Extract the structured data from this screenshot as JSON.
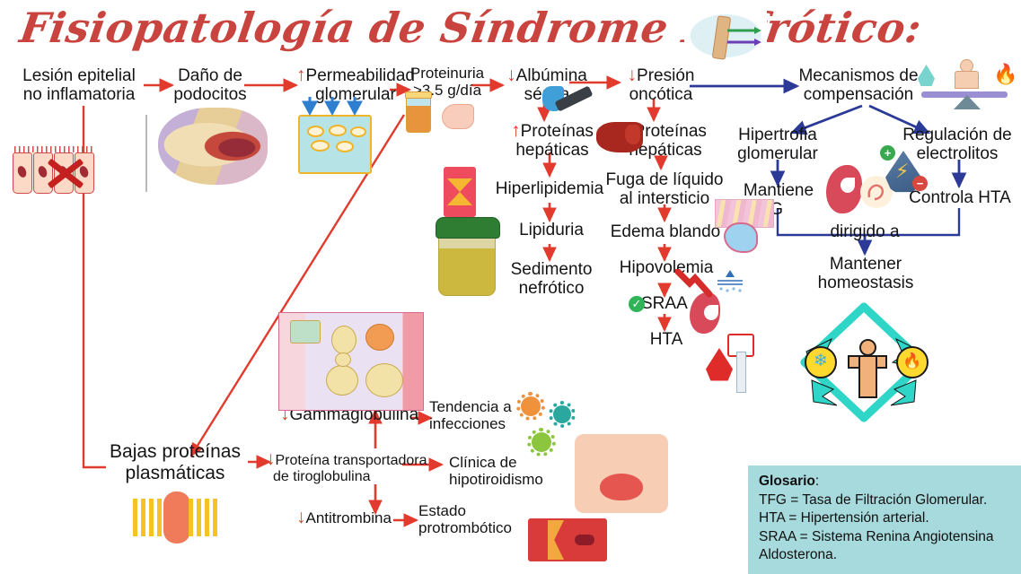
{
  "title": "Fisiopatología de Síndrome Nefrótico:",
  "colors": {
    "title_red": "#c9443f",
    "arrow_red": "#e23b2e",
    "arrow_blue": "#2b3a96",
    "glossary_bg": "#a7dadd",
    "homeostasis_teal": "#2fd6c8"
  },
  "nodes": {
    "lesion": "Lesión epitelial\nno inflamatoria",
    "lesion_l1": "Lesión epitelial",
    "lesion_l2": "no inflamatoria",
    "dano_l1": "Daño de",
    "dano_l2": "podocitos",
    "permeab_l1": "Permeabilidad",
    "permeab_l2": "glomerular",
    "proteinuria_l1": "Proteinuria",
    "proteinuria_l2": ">3.5 g/día",
    "albumina_l1": "Albúmina",
    "albumina_l2": "sérica",
    "presion_l1": "Presión",
    "presion_l2": "oncótica",
    "prot_hep_a_l1": "Proteínas",
    "prot_hep_a_l2": "hepáticas",
    "prot_hep_b_l1": "Proteínas",
    "prot_hep_b_l2": "hepáticas",
    "hiperlipidemia": "Hiperlipidemia",
    "lipiduria": "Lipiduria",
    "sedimento_l1": "Sedimento",
    "sedimento_l2": "nefrótico",
    "fuga_l1": "Fuga de líquido",
    "fuga_l2": "al intersticio",
    "edema": "Edema blando",
    "hipovolemia": "Hipovolemia",
    "sraa": "SRAA",
    "hta": "HTA",
    "mecanismos_l1": "Mecanismos de",
    "mecanismos_l2": "compensación",
    "hipertrofia_l1": "Hipertrofia",
    "hipertrofia_l2": "glomerular",
    "mantiene_l1": "Mantiene",
    "mantiene_l2": "TFG",
    "regulacion_l1": "Regulación de",
    "regulacion_l2": "electrolitos",
    "controla_hta": "Controla HTA",
    "dirigido_a": "dirigido a",
    "mantener_l1": "Mantener",
    "mantener_l2": "homeostasis",
    "bajas_l1": "Bajas proteínas",
    "bajas_l2": "plasmáticas",
    "gamma": "Gammaglobulina",
    "tendencia_l1": "Tendencia a",
    "tendencia_l2": "infecciones",
    "tiroglob_l1": "Proteína transportadora",
    "tiroglob_l2": "de tiroglobulina",
    "clinica_l1": "Clínica de",
    "clinica_l2": "hipotiroidismo",
    "antitrombina": "Antitrombina",
    "estado_l1": "Estado",
    "estado_l2": "protrombótico"
  },
  "arrows": {
    "up": "↑",
    "down": "↓"
  },
  "glossary": {
    "heading": "Glosario",
    "heading_colon": ":",
    "line1": "TFG = Tasa de Filtración Glomerular.",
    "line2": "HTA = Hipertensión arterial.",
    "line3": "SRAA = Sistema Renina Angiotensina",
    "line4": "Aldosterona."
  },
  "icons": {
    "epithelial_cells": "epithelial-cells-illustration",
    "red_x": "red-x-mark",
    "podocyte": "podocyte-illustration",
    "glomerular_membrane": "glomerular-membrane-illustration",
    "urine_sample": "urine-sample-cup",
    "blood_vessel_lipid": "hyperlipidemia-vessel",
    "urine_jar": "urine-jar",
    "liver": "liver-illustration",
    "blood_tube": "blood-collection-tube",
    "kidney": "kidney-illustration",
    "electrolyte_drop": "electrolyte-droplet",
    "balance": "homeostasis-balance",
    "homeostasis_cycle": "homeostasis-cycle-diamond",
    "cell_diagram": "renal-cell-diagram",
    "viruses": "virus-cluster",
    "thyroid": "thyroid-neck-illustration",
    "clot_vessel": "thrombus-vessel",
    "histology": "interstitium-histology",
    "capillary": "capillary-illustration",
    "blood_drop_mascot": "blood-pressure-mascot",
    "microscopy_capillary": "capillary-microscopy-diagram",
    "protein_membrane": "membrane-protein-illustration",
    "check": "green-check-icon"
  }
}
